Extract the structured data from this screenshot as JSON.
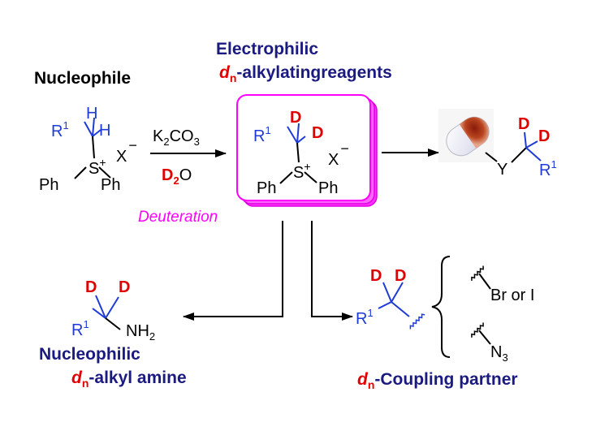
{
  "headings": {
    "nucleophile": "Nucleophile",
    "electrophilic": "Electrophilic",
    "reagents_d": "d",
    "reagents_n": "n",
    "reagents_rest": "-alkylatingreagents",
    "amine_line1": "Nucleophilic",
    "amine_d": "d",
    "amine_n": "n",
    "amine_rest": "-alkyl amine",
    "partner_d": "d",
    "partner_n": "n",
    "partner_rest": "-Coupling partner"
  },
  "reaction": {
    "reagent1_K": "K",
    "reagent1_sub": "2",
    "reagent1_rest": "CO",
    "reagent1_sub2": "3",
    "reagent2_D": "D",
    "reagent2_sub": "2",
    "reagent2_O": "O",
    "deuteration": "Deuteration"
  },
  "structures": {
    "R": "R",
    "sup1": "1",
    "H": "H",
    "D": "D",
    "S": "S",
    "plus": "+",
    "Ph": "Ph",
    "X": "X",
    "minus": "−",
    "Y": "Y",
    "NH": "NH",
    "NH_sub": "2",
    "Br_or_I": "Br or I",
    "N": "N",
    "N_sub": "3"
  },
  "colors": {
    "navy": "#1a1a80",
    "blue": "#1f3bd6",
    "red": "#e00000",
    "magenta": "#ff00ff",
    "pill_red": "#b23a1e"
  }
}
